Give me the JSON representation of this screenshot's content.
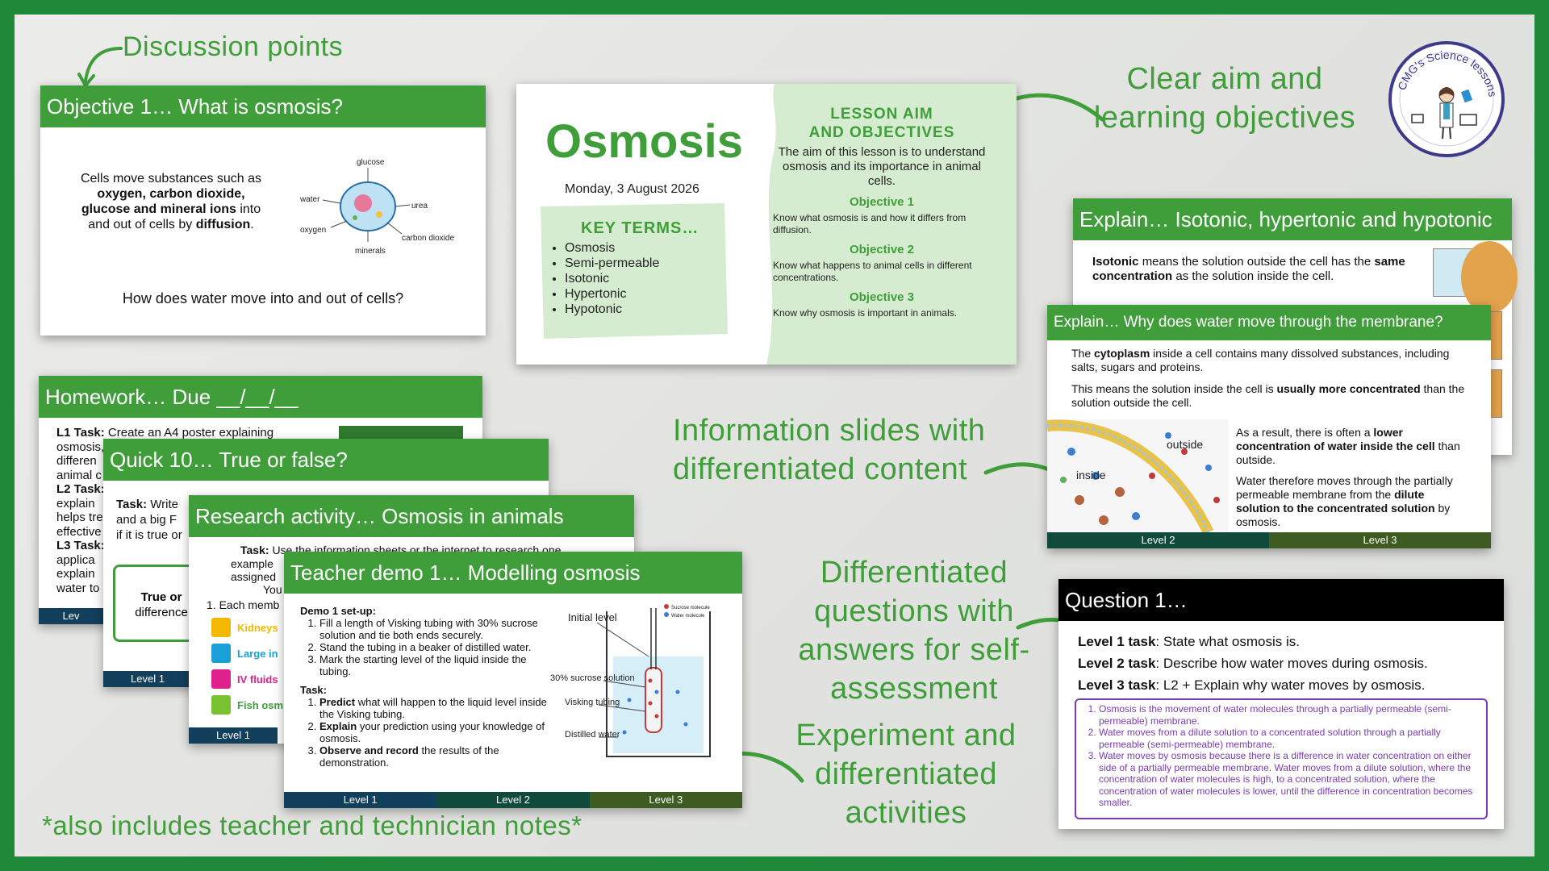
{
  "callouts": {
    "discussion": "Discussion points",
    "aim_line1": "Clear aim and",
    "aim_line2": "learning objectives",
    "info_line1": "Information slides with",
    "info_line2": "differentiated content",
    "questions_line1": "Differentiated",
    "questions_line2": "questions with",
    "questions_line3": "answers for self-",
    "questions_line4": "assessment",
    "experiment_line1": "Experiment and",
    "experiment_line2": "differentiated",
    "experiment_line3": "activities",
    "footer": "*also includes teacher and technician notes*"
  },
  "logo": {
    "text": "CMG's Science lessons"
  },
  "objective_slide": {
    "title": "Objective 1… What is osmosis?",
    "intro_1": "Cells move substances such as",
    "intro_bold_1": "oxygen, carbon dioxide,",
    "intro_bold_2": "glucose and mineral ions",
    "intro_2": "into",
    "intro_3": "and out of cells by",
    "intro_bold_3": "diffusion",
    "intro_4": ".",
    "labels": {
      "glucose": "glucose",
      "water": "water",
      "urea": "urea",
      "oxygen": "oxygen",
      "carbon_dioxide": "carbon dioxide",
      "minerals": "minerals"
    },
    "question": "How does water move into and out of cells?"
  },
  "title_slide": {
    "title": "Osmosis",
    "date": "Monday, 3 August 2026",
    "key_terms_heading": "KEY TERMS…",
    "key_terms": [
      "Osmosis",
      "Semi-permeable",
      "Isotonic",
      "Hypertonic",
      "Hypotonic"
    ],
    "aim_heading_1": "LESSON AIM",
    "aim_heading_2": "AND OBJECTIVES",
    "aim_text": "The aim of this lesson is to understand osmosis and its importance in animal cells.",
    "objectives": [
      {
        "title": "Objective 1",
        "text": "Know what osmosis is and how it differs from diffusion."
      },
      {
        "title": "Objective 2",
        "text": "Know what happens to animal cells in different concentrations."
      },
      {
        "title": "Objective 3",
        "text": "Know why osmosis is important in animals."
      }
    ]
  },
  "explain_iso": {
    "title": "Explain… Isotonic, hypertonic and hypotonic",
    "bold_1": "Isotonic",
    "text_1": "means the solution outside the cell has the",
    "bold_2": "same concentration",
    "text_2": "as the solution inside the cell."
  },
  "explain_why": {
    "title": "Explain… Why does water move through the membrane?",
    "p1_a": "The",
    "p1_bold": "cytoplasm",
    "p1_b": "inside a cell contains many dissolved substances, including salts, sugars and proteins.",
    "p2_a": "This means the solution inside the cell is",
    "p2_bold": "usually more concentrated",
    "p2_b": "than the solution outside the cell.",
    "p3_a": "As a result, there is often a",
    "p3_bold": "lower concentration of water inside the cell",
    "p3_b": "than outside.",
    "p4_a": "Water therefore moves through the partially permeable membrane from the",
    "p4_bold": "dilute solution to the concentrated solution",
    "p4_b": "by osmosis.",
    "label_outside": "outside",
    "label_inside": "inside",
    "level_2": "Level 2",
    "level_3": "Level 3"
  },
  "homework": {
    "title": "Homework… Due __/__/__",
    "l1_label": "L1 Task:",
    "l1_text": "Create an A4 poster explaining",
    "lines": [
      "osmosis,",
      "differen",
      "animal c"
    ],
    "l2_label": "L2 Task:",
    "l2_lines": [
      "explain",
      "helps tre",
      "effective"
    ],
    "l3_label": "L3 Task:",
    "l3_lines": [
      "applica",
      "explain",
      "water to"
    ],
    "level": "Lev"
  },
  "quick10": {
    "title": "Quick 10… True or false?",
    "task_label": "Task:",
    "task_lines": [
      "Write",
      "and a big F",
      "if it is true or"
    ],
    "box_line1": "True or",
    "box_line2": "difference",
    "level": "Level 1"
  },
  "research": {
    "title": "Research activity… Osmosis in animals",
    "task_label": "Task:",
    "task_text": "Use the information sheets or the internet to research one",
    "lines": [
      "example",
      "assigned",
      "You"
    ],
    "each_member": "1. Each memb",
    "items": [
      {
        "label": "Kidneys",
        "color": "#f5b800"
      },
      {
        "label": "Large in",
        "color": "#1aa0d8"
      },
      {
        "label": "IV fluids",
        "color": "#e0208c"
      },
      {
        "label": "Fish osm",
        "color": "#7ac231"
      }
    ],
    "level": "Level 1"
  },
  "demo": {
    "title": "Teacher demo 1…  Modelling osmosis",
    "setup_heading": "Demo 1 set-up:",
    "setup_steps": [
      "Fill a length of Visking tubing with 30% sucrose solution and tie both ends securely.",
      "Stand the tubing in a beaker of distilled water.",
      "Mark the starting level of the liquid inside the tubing."
    ],
    "task_heading": "Task:",
    "tasks": [
      {
        "bold": "Predict",
        "text": "what will happen to the liquid level inside the Visking tubing."
      },
      {
        "bold": "Explain",
        "text": "your prediction using your knowledge of osmosis."
      },
      {
        "bold": "Observe and record",
        "text": "the results of the demonstration."
      }
    ],
    "diagram": {
      "initial_level": "Initial level",
      "sucrose": "30% sucrose solution",
      "visking": "Visking tubing",
      "distilled": "Distilled water",
      "legend_sucrose": "Sucrose molecule",
      "legend_water": "Water molecule"
    },
    "levels": [
      "Level 1",
      "Level 2",
      "Level 3"
    ]
  },
  "question": {
    "title": "Question 1…",
    "l1_bold": "Level 1 task",
    "l1_text": ": State what osmosis is.",
    "l2_bold": "Level 2 task",
    "l2_text": ": Describe how water moves during osmosis.",
    "l3_bold": "Level 3 task",
    "l3_text": ": L2 + Explain why water moves by osmosis.",
    "answers": [
      "Osmosis is the movement of water molecules through a partially permeable (semi-permeable) membrane.",
      "Water moves from a dilute solution to a concentrated solution through a partially permeable (semi-permeable) membrane.",
      "Water moves by osmosis because there is a difference in water concentration on either side of a partially permeable membrane. Water moves from a dilute solution, where the concentration of water molecules is high, to a concentrated solution, where the concentration of water molecules is lower, until the difference in concentration becomes smaller."
    ]
  }
}
